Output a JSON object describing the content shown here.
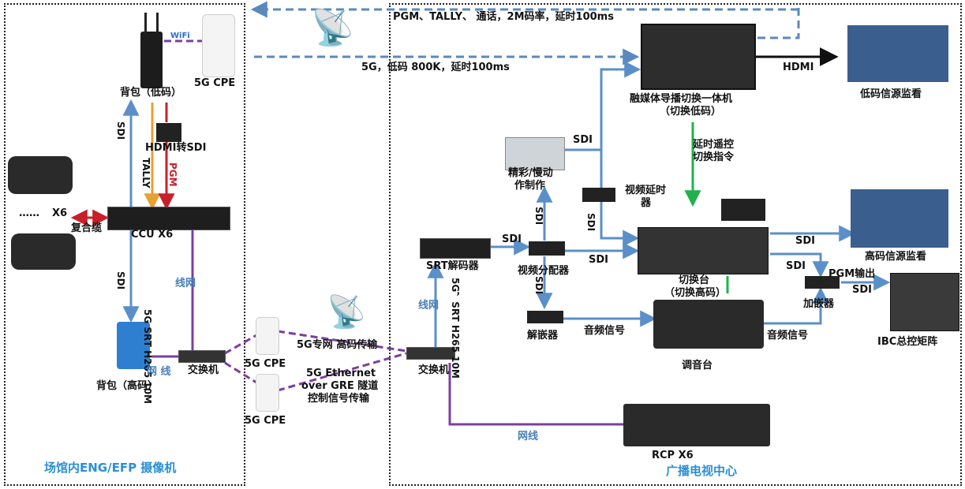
{
  "zones": {
    "venue_label": "场馆内ENG/EFP 摄像机",
    "center_label": "广播电视中心"
  },
  "links": {
    "top_dashed": "PGM、TALLY、 通话，2M码率，延时100ms",
    "middle_dashed": "5G，低码 800K，延时100ms",
    "hdmi": "HDMI",
    "remote_ctrl_line1": "延时遥控",
    "remote_ctrl_line2": "切换指令",
    "sdi": "SDI",
    "wire_net": "线网",
    "wire_net_spaced": "网 线",
    "wire_net_bottom": "网线",
    "sdi_tally": "TALLY",
    "sdi_pgm": "PGM",
    "srt_left": "5G SRT H265 10M",
    "srt_right": "5G，SRT H265 10M",
    "composite_cable": "复合缆",
    "x6": "X6",
    "dots": "……",
    "pgm_out": "PGM输出",
    "audio_signal": "音频信号",
    "five_g_private": "5G专网 高码传输",
    "gre_line1": "5G   Ethernet",
    "gre_line2": "over GRE 隧道",
    "gre_line3": "控制信号传输",
    "wifi": "WiFi"
  },
  "devices": {
    "backpack_low": "背包（低码）",
    "cpe_top": "5G CPE",
    "hdmi_sdi": "HDMI转SDI",
    "ccu": "CCU X6",
    "backpack_high": "背包（高码）",
    "switch_left": "交换机",
    "cpe_mid": "5G CPE",
    "cpe_low": "5G CPE",
    "switch_right": "交换机",
    "srt_decoder": "SRT解码器",
    "replay": "精彩/慢动\n作制作",
    "video_delay": "视频延时\n器",
    "video_dist": "视频分配器",
    "deembedder": "解嵌器",
    "mixer_console": "调音台",
    "switcher_line1": "切换台",
    "switcher_line2": "（切换高码）",
    "integrated_line1": "融媒体导播切换一体机",
    "integrated_line2": "（切换低码）",
    "low_monitor": "低码信源监看",
    "high_monitor": "高码信源监看",
    "embedder": "加嵌器",
    "ibc_matrix": "IBC总控矩阵",
    "rcp": "RCP X6"
  },
  "colors": {
    "dashed_blue": "#5b89bd",
    "sdi_blue": "#5b8fc9",
    "red": "#c8202a",
    "purple": "#7b3fa0",
    "green": "#22b04c",
    "orange": "#e8a030",
    "section_blue": "#2b8fd6"
  }
}
